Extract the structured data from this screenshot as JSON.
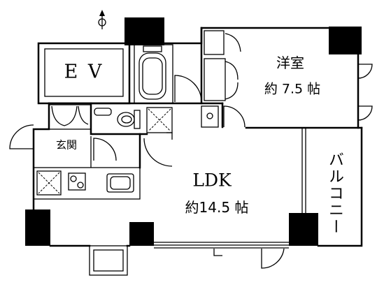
{
  "floor_plan": {
    "elevator_label": "E V",
    "western_room": {
      "name": "洋室",
      "area": "約 7.5 帖"
    },
    "entrance_label": "玄関",
    "ldk": {
      "name": "LDK",
      "area": "約14.5 帖"
    },
    "balcony_label": "バルコニー"
  },
  "icons": {
    "north_arrow": "north-arrow-icon"
  },
  "colors": {
    "line": "#000000",
    "background": "#ffffff"
  }
}
